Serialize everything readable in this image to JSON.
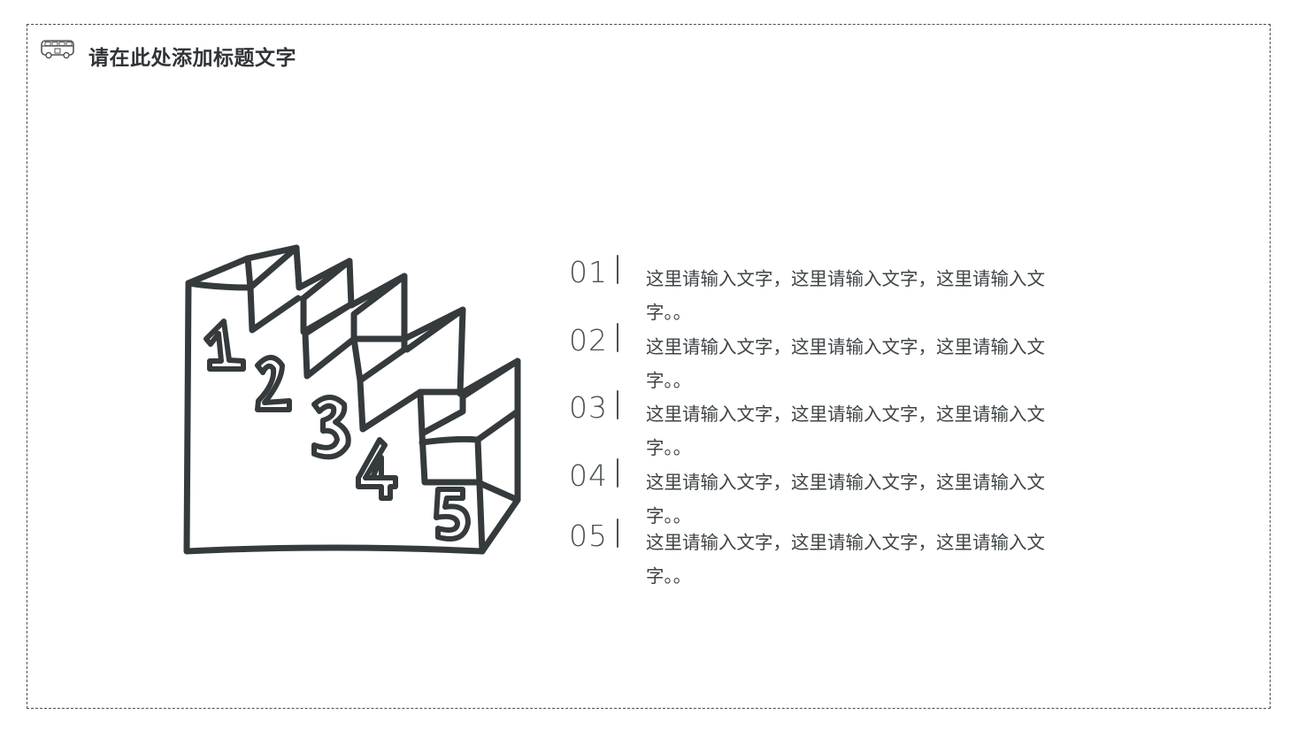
{
  "header": {
    "icon": "bus-icon",
    "title": "请在此处添加标题文字"
  },
  "illustration": {
    "icon": "stairs-icon",
    "steps": [
      "1",
      "2",
      "3",
      "4",
      "5"
    ]
  },
  "items": [
    {
      "num": "01",
      "text": "这里请输入文字，这里请输入文字，这里请输入文字。。"
    },
    {
      "num": "02",
      "text": "这里请输入文字，这里请输入文字，这里请输入文字。。"
    },
    {
      "num": "03",
      "text": "这里请输入文字，这里请输入文字，这里请输入文字。。"
    },
    {
      "num": "04",
      "text": "这里请输入文字，这里请输入文字，这里请输入文字。。"
    },
    {
      "num": "05",
      "text": "这里请输入文字，这里请输入文字，这里请输入文字。。"
    }
  ],
  "colors": {
    "ink": "#353a3d",
    "background": "#ffffff"
  }
}
